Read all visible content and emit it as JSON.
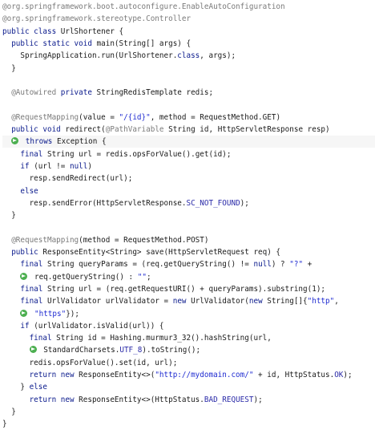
{
  "code": {
    "lines": [
      [
        {
          "t": "@org.springframework.boot.autoconfigure.EnableAutoConfiguration",
          "c": "ann"
        }
      ],
      [
        {
          "t": "@org.springframework.stereotype.Controller",
          "c": "ann"
        }
      ],
      [
        {
          "t": "public class ",
          "c": "kw"
        },
        {
          "t": "UrlShortener {",
          "c": ""
        }
      ],
      [
        {
          "t": "  public static void ",
          "c": "kw"
        },
        {
          "t": "main(String[] args) {",
          "c": ""
        }
      ],
      [
        {
          "t": "    SpringApplication.run(UrlShortener.",
          "c": ""
        },
        {
          "t": "class",
          "c": "kw"
        },
        {
          "t": ", args);",
          "c": ""
        }
      ],
      [
        {
          "t": "  }",
          "c": ""
        }
      ],
      [],
      [
        {
          "t": "  @Autowired ",
          "c": "ann"
        },
        {
          "t": "private ",
          "c": "kw"
        },
        {
          "t": "StringRedisTemplate redis;",
          "c": ""
        }
      ],
      [],
      [
        {
          "t": "  @RequestMapping",
          "c": "ann"
        },
        {
          "t": "(value = ",
          "c": ""
        },
        {
          "t": "\"/{id}\"",
          "c": "str"
        },
        {
          "t": ", method = RequestMethod.GET)",
          "c": ""
        }
      ],
      [
        {
          "t": "  public void ",
          "c": "kw"
        },
        {
          "t": "redirect(",
          "c": ""
        },
        {
          "t": "@PathVariable ",
          "c": "ann"
        },
        {
          "t": "String id, HttpServletResponse resp)",
          "c": ""
        }
      ],
      [
        {
          "t": "  ",
          "c": ""
        },
        {
          "t": "",
          "c": "wrap"
        },
        {
          "t": " throws ",
          "c": "kw"
        },
        {
          "t": "Exception {",
          "c": ""
        }
      ],
      [
        {
          "t": "    final ",
          "c": "kw"
        },
        {
          "t": "String url = redis.opsForValue().get(id);",
          "c": ""
        }
      ],
      [
        {
          "t": "    if ",
          "c": "kw"
        },
        {
          "t": "(url != ",
          "c": ""
        },
        {
          "t": "null",
          "c": "kw"
        },
        {
          "t": ")",
          "c": ""
        }
      ],
      [
        {
          "t": "      resp.sendRedirect(url);",
          "c": ""
        }
      ],
      [
        {
          "t": "    else",
          "c": "kw"
        }
      ],
      [
        {
          "t": "      resp.sendError(HttpServletResponse.",
          "c": ""
        },
        {
          "t": "SC_NOT_FOUND",
          "c": "cst"
        },
        {
          "t": ");",
          "c": ""
        }
      ],
      [
        {
          "t": "  }",
          "c": ""
        }
      ],
      [],
      [
        {
          "t": "  @RequestMapping",
          "c": "ann"
        },
        {
          "t": "(method = RequestMethod.POST)",
          "c": ""
        }
      ],
      [
        {
          "t": "  public ",
          "c": "kw"
        },
        {
          "t": "ResponseEntity<String> save(HttpServletRequest req) {",
          "c": ""
        }
      ],
      [
        {
          "t": "    final ",
          "c": "kw"
        },
        {
          "t": "String queryParams = (req.getQueryString() != ",
          "c": ""
        },
        {
          "t": "null",
          "c": "kw"
        },
        {
          "t": ") ? ",
          "c": ""
        },
        {
          "t": "\"?\"",
          "c": "str"
        },
        {
          "t": " +",
          "c": ""
        }
      ],
      [
        {
          "t": "    ",
          "c": ""
        },
        {
          "t": "",
          "c": "wrap"
        },
        {
          "t": " req.getQueryString() : ",
          "c": ""
        },
        {
          "t": "\"\"",
          "c": "str"
        },
        {
          "t": ";",
          "c": ""
        }
      ],
      [
        {
          "t": "    final ",
          "c": "kw"
        },
        {
          "t": "String url = (req.getRequestURI() + queryParams).substring(1);",
          "c": ""
        }
      ],
      [
        {
          "t": "    final ",
          "c": "kw"
        },
        {
          "t": "UrlValidator urlValidator = ",
          "c": ""
        },
        {
          "t": "new ",
          "c": "kw"
        },
        {
          "t": "UrlValidator(",
          "c": ""
        },
        {
          "t": "new ",
          "c": "kw"
        },
        {
          "t": "String[]{",
          "c": ""
        },
        {
          "t": "\"http\"",
          "c": "str"
        },
        {
          "t": ",",
          "c": ""
        }
      ],
      [
        {
          "t": "    ",
          "c": ""
        },
        {
          "t": "",
          "c": "wrap"
        },
        {
          "t": " ",
          "c": ""
        },
        {
          "t": "\"https\"",
          "c": "str"
        },
        {
          "t": "});",
          "c": ""
        }
      ],
      [
        {
          "t": "    if ",
          "c": "kw"
        },
        {
          "t": "(urlValidator.isValid(url)) {",
          "c": ""
        }
      ],
      [
        {
          "t": "      final ",
          "c": "kw"
        },
        {
          "t": "String id = Hashing.murmur3_32().hashString(url,",
          "c": ""
        }
      ],
      [
        {
          "t": "      ",
          "c": ""
        },
        {
          "t": "",
          "c": "wrap"
        },
        {
          "t": " StandardCharsets.",
          "c": ""
        },
        {
          "t": "UTF_8",
          "c": "cst"
        },
        {
          "t": ").toString();",
          "c": ""
        }
      ],
      [
        {
          "t": "      redis.opsForValue().set(id, url);",
          "c": ""
        }
      ],
      [
        {
          "t": "      return new ",
          "c": "kw"
        },
        {
          "t": "ResponseEntity<>(",
          "c": ""
        },
        {
          "t": "\"http://mydomain.com/\"",
          "c": "str"
        },
        {
          "t": " + id, HttpStatus.",
          "c": ""
        },
        {
          "t": "OK",
          "c": "cst"
        },
        {
          "t": ");",
          "c": ""
        }
      ],
      [
        {
          "t": "    } ",
          "c": ""
        },
        {
          "t": "else",
          "c": "kw"
        }
      ],
      [
        {
          "t": "      return new ",
          "c": "kw"
        },
        {
          "t": "ResponseEntity<>(HttpStatus.",
          "c": ""
        },
        {
          "t": "BAD_REQUEST",
          "c": "cst"
        },
        {
          "t": ");",
          "c": ""
        }
      ],
      [
        {
          "t": "  }",
          "c": ""
        }
      ],
      [
        {
          "t": "}",
          "c": ""
        }
      ]
    ]
  },
  "colors": {
    "keyword": "#0a1a8c",
    "annotation": "#7a7a7a",
    "string": "#1f2bd1",
    "constant": "#2a2aa8",
    "wrap_marker": "#4caf50"
  },
  "icons": {
    "wrap_marker": "line-wrap-arrow-icon"
  }
}
